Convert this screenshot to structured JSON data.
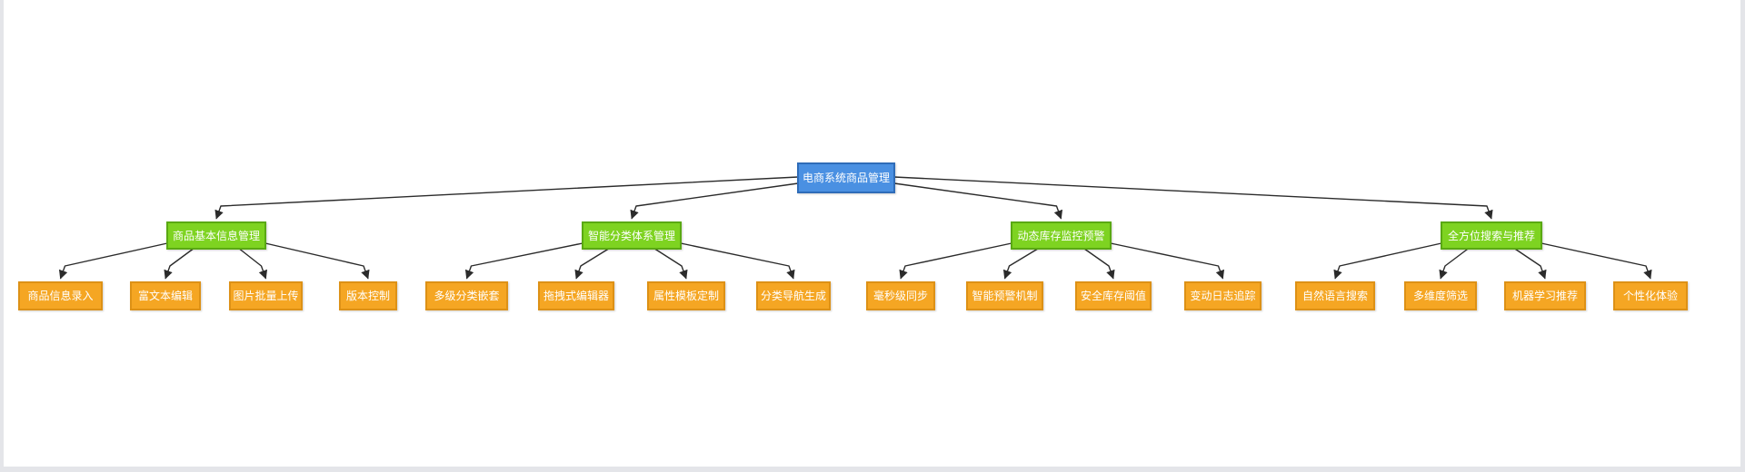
{
  "colors": {
    "canvas_bg": "#ffffff",
    "root_fill": "#4a90e2",
    "root_border": "#2f6cb8",
    "branch_fill": "#7ed321",
    "branch_border": "#5aa913",
    "leaf_fill": "#f5a623",
    "leaf_border": "#dd9116",
    "edge_line": "#2b2b2b",
    "node_text": "#ffffff",
    "scrollbar": "#e4e5e9"
  },
  "tree": {
    "root": {
      "label": "电商系统商品管理"
    },
    "branches": [
      {
        "label": "商品基本信息管理",
        "children": [
          {
            "label": "商品信息录入"
          },
          {
            "label": "富文本编辑"
          },
          {
            "label": "图片批量上传"
          },
          {
            "label": "版本控制"
          }
        ]
      },
      {
        "label": "智能分类体系管理",
        "children": [
          {
            "label": "多级分类嵌套"
          },
          {
            "label": "拖拽式编辑器"
          },
          {
            "label": "属性模板定制"
          },
          {
            "label": "分类导航生成"
          }
        ]
      },
      {
        "label": "动态库存监控预警",
        "children": [
          {
            "label": "毫秒级同步"
          },
          {
            "label": "智能预警机制"
          },
          {
            "label": "安全库存阈值"
          },
          {
            "label": "变动日志追踪"
          }
        ]
      },
      {
        "label": "全方位搜索与推荐",
        "children": [
          {
            "label": "自然语言搜索"
          },
          {
            "label": "多维度筛选"
          },
          {
            "label": "机器学习推荐"
          },
          {
            "label": "个性化体验"
          }
        ]
      }
    ]
  }
}
